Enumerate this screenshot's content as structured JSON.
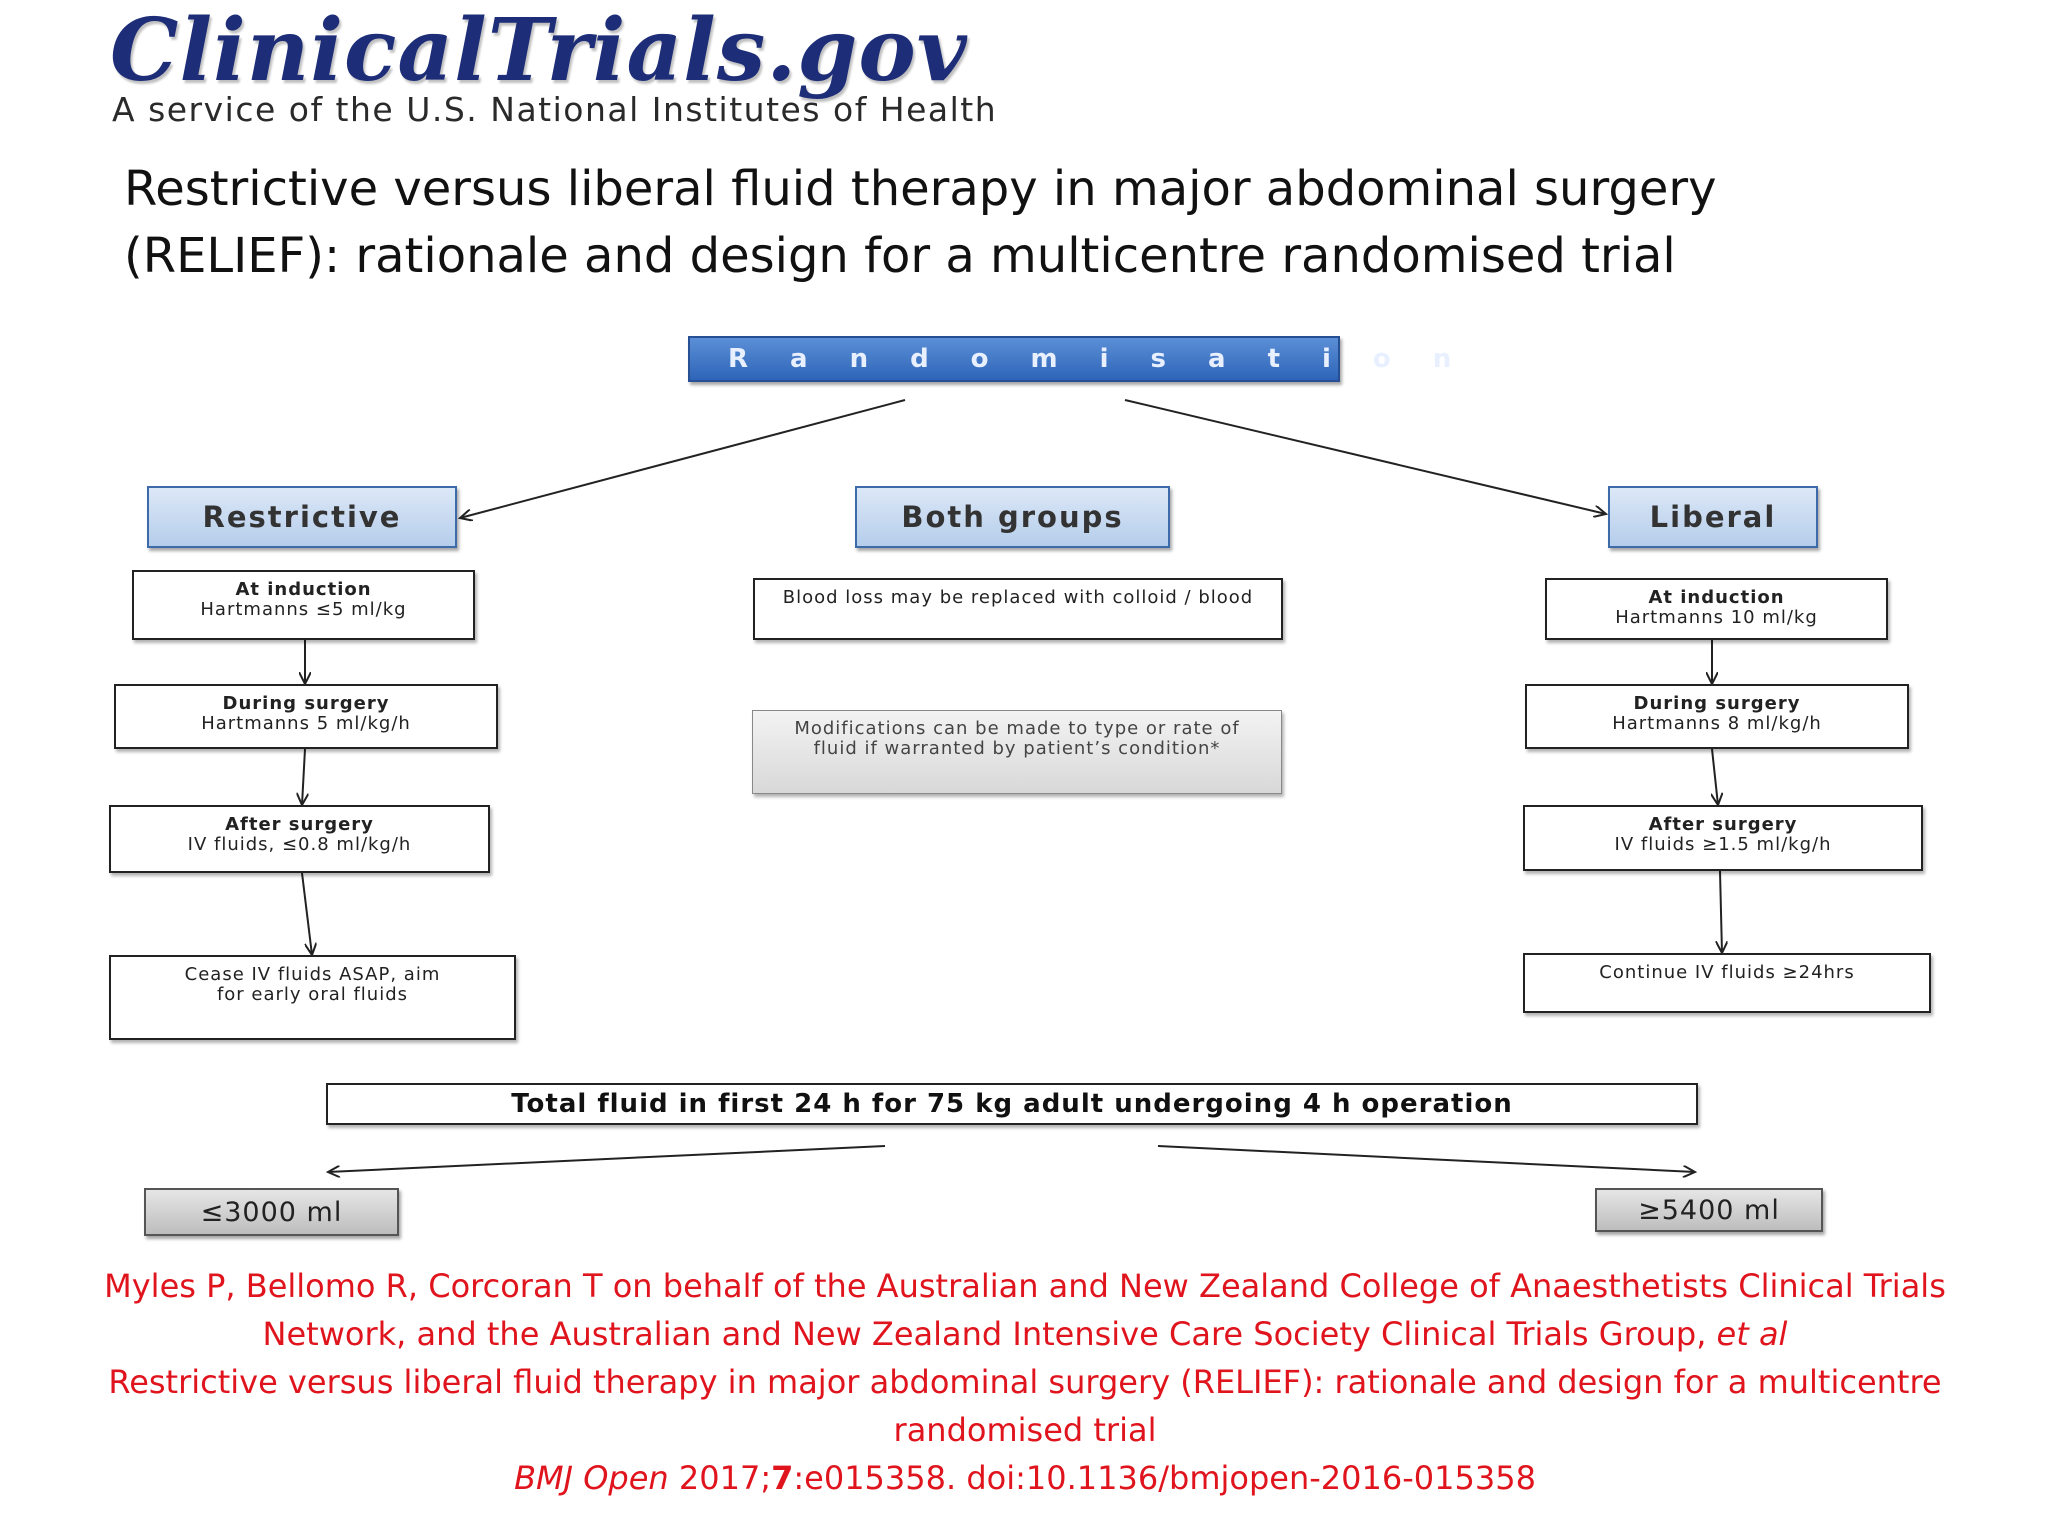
{
  "logo": {
    "name": "ClinicalTrials.gov",
    "tagline": "A service of the U.S. National Institutes of Health"
  },
  "title": "Restrictive versus liberal fluid therapy in major abdominal surgery (RELIEF): rationale and design for a multicentre randomised trial",
  "diagram": {
    "randomisation": "Randomisation",
    "restrictive": {
      "header": "Restrictive",
      "induction": {
        "heading": "At induction",
        "text": "Hartmanns  ≤5 ml/kg"
      },
      "during": {
        "heading": "During surgery",
        "text": "Hartmanns  5 ml/kg/h"
      },
      "after": {
        "heading": "After surgery",
        "text": "IV fluids, ≤0.8 ml/kg/h"
      },
      "final": "Cease IV fluids ASAP, aim for early oral fluids"
    },
    "both": {
      "header": "Both groups",
      "blood": "Blood loss may be replaced with colloid / blood",
      "modifications": "Modifications can be made to type or rate of fluid if warranted by patient’s condition*"
    },
    "liberal": {
      "header": "Liberal",
      "induction": {
        "heading": "At induction",
        "text": "Hartmanns  10 ml/kg"
      },
      "during": {
        "heading": "During surgery",
        "text": "Hartmanns  8 ml/kg/h"
      },
      "after": {
        "heading": "After surgery",
        "text": "IV fluids  ≥1.5 ml/kg/h"
      },
      "final": "Continue IV fluids  ≥24hrs"
    },
    "total": "Total fluid in first 24 h for 75 kg adult undergoing 4 h operation",
    "restrictive_total": "≤3000 ml",
    "liberal_total": "≥5400 ml"
  },
  "citation": {
    "authors": "Myles P, Bellomo R, Corcoran T on behalf of the Australian and New Zealand College of Anaesthetists Clinical Trials Network, and the Australian and New Zealand Intensive Care Society Clinical Trials Group,",
    "et_al": "et al",
    "title": "Restrictive versus liberal fluid therapy in major abdominal surgery (RELIEF): rationale and design for a multicentre randomised trial",
    "journal": "BMJ Open",
    "year": "2017;",
    "volume": "7",
    "rest": ":e015358. doi:10.1136/bmjopen-2016-015358"
  },
  "colors": {
    "logo": "#1d2d78",
    "header_fill": "#b5cdeb",
    "randomisation_fill": "#2e64b8",
    "citation": "#e0141d"
  }
}
